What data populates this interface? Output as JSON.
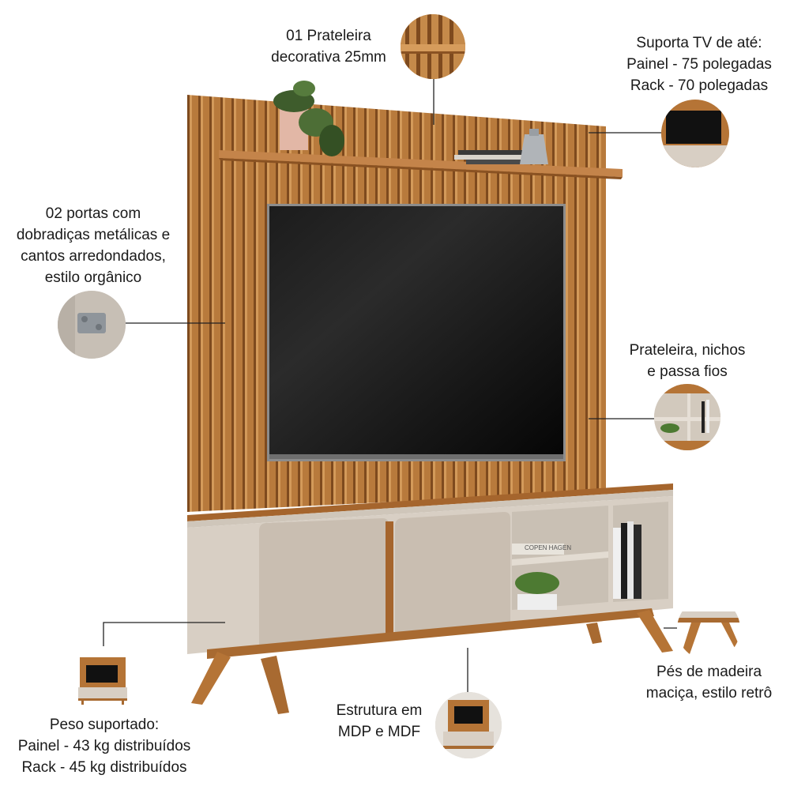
{
  "callouts": {
    "shelf": {
      "lines": [
        "01 Prateleira",
        "decorativa 25mm"
      ]
    },
    "tv_support": {
      "lines": [
        "Suporta TV de até:",
        "Painel - 75 polegadas",
        "Rack - 70 polegadas"
      ]
    },
    "doors": {
      "lines": [
        "02 portas com",
        "dobradiças metálicas e",
        "cantos arredondados,",
        "estilo orgânico"
      ]
    },
    "niches": {
      "lines": [
        "Prateleira, nichos",
        "e passa fios"
      ]
    },
    "weight": {
      "lines": [
        "Peso suportado:",
        "Painel - 43 kg distribuídos",
        "Rack - 45 kg distribuídos"
      ]
    },
    "structure": {
      "lines": [
        "Estrutura em",
        "MDP e MDF"
      ]
    },
    "feet": {
      "lines": [
        "Pés de madeira",
        "maciça, estilo retrô"
      ]
    }
  },
  "book_label": "COPEN HAGEN",
  "colors": {
    "wood": "#b57436",
    "wood_dark": "#8a5222",
    "cream": "#d8cfc4",
    "cream_dark": "#c8beb2",
    "screen": "#0a0a0a"
  }
}
